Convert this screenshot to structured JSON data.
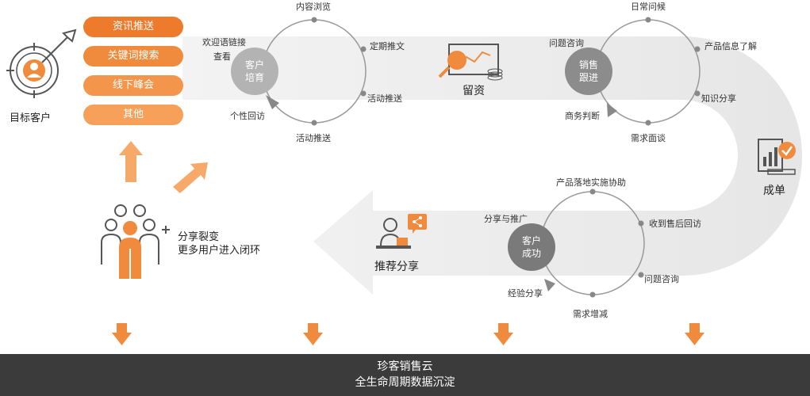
{
  "target": {
    "label": "目标客户"
  },
  "channels": [
    "资讯推送",
    "关键词搜索",
    "线下峰会",
    "其他"
  ],
  "cycle1": {
    "center": [
      "客户",
      "培育"
    ],
    "labels": [
      "内容浏览",
      "定期推文",
      "活动推送",
      "活动推送",
      "个性回访",
      "欢迎语链接",
      "查看"
    ]
  },
  "retain": {
    "label": "留资"
  },
  "cycle2": {
    "center": [
      "销售",
      "跟进"
    ],
    "labels": [
      "日常问候",
      "产品信息了解",
      "知识分享",
      "需求面谈",
      "商务判断",
      "问题咨询"
    ]
  },
  "deal": {
    "label": "成单"
  },
  "cycle3": {
    "center": [
      "客户",
      "成功"
    ],
    "labels": [
      "产品落地实施协助",
      "收到售后回访",
      "问题咨询",
      "需求增减",
      "经验分享",
      "分享与推广"
    ]
  },
  "recommend": {
    "label": "推荐分享"
  },
  "share": {
    "line1": "分享裂变",
    "line2": "更多用户进入闭环"
  },
  "footer": {
    "line1": "珍客销售云",
    "line2": "全生命周期数据沉淀"
  },
  "colors": {
    "orange": "#f08a3c",
    "orange_light": "#f6a05a",
    "band": "#ececec",
    "footer": "#3b3b3b"
  }
}
